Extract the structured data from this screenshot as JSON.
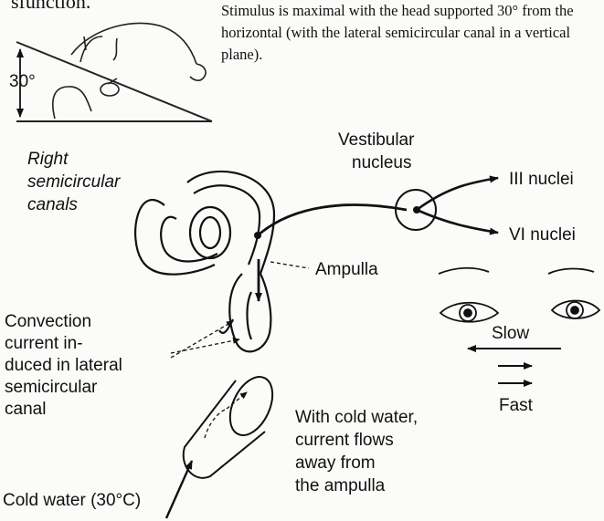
{
  "header_fragment": "sfunction.",
  "caption": "Stimulus is maximal with the head supported 30° from the horizontal (with the lateral semicircular canal in a vertical plane).",
  "angle_label": "30°",
  "labels": {
    "right_canals": [
      "Right",
      "semicircular",
      "canals"
    ],
    "vestibular_nucleus": [
      "Vestibular",
      "nucleus"
    ],
    "iii_nuclei": "III nuclei",
    "vi_nuclei": "VI nuclei",
    "ampulla": "Ampulla",
    "convection": [
      "Convection",
      "current in-",
      "duced in lateral",
      "semicircular",
      "canal"
    ],
    "slow": "Slow",
    "fast": "Fast",
    "cold_water_note": [
      "With cold water,",
      "current flows",
      "away from",
      "the ampulla"
    ],
    "cold_water": "Cold water (30°C)"
  }
}
